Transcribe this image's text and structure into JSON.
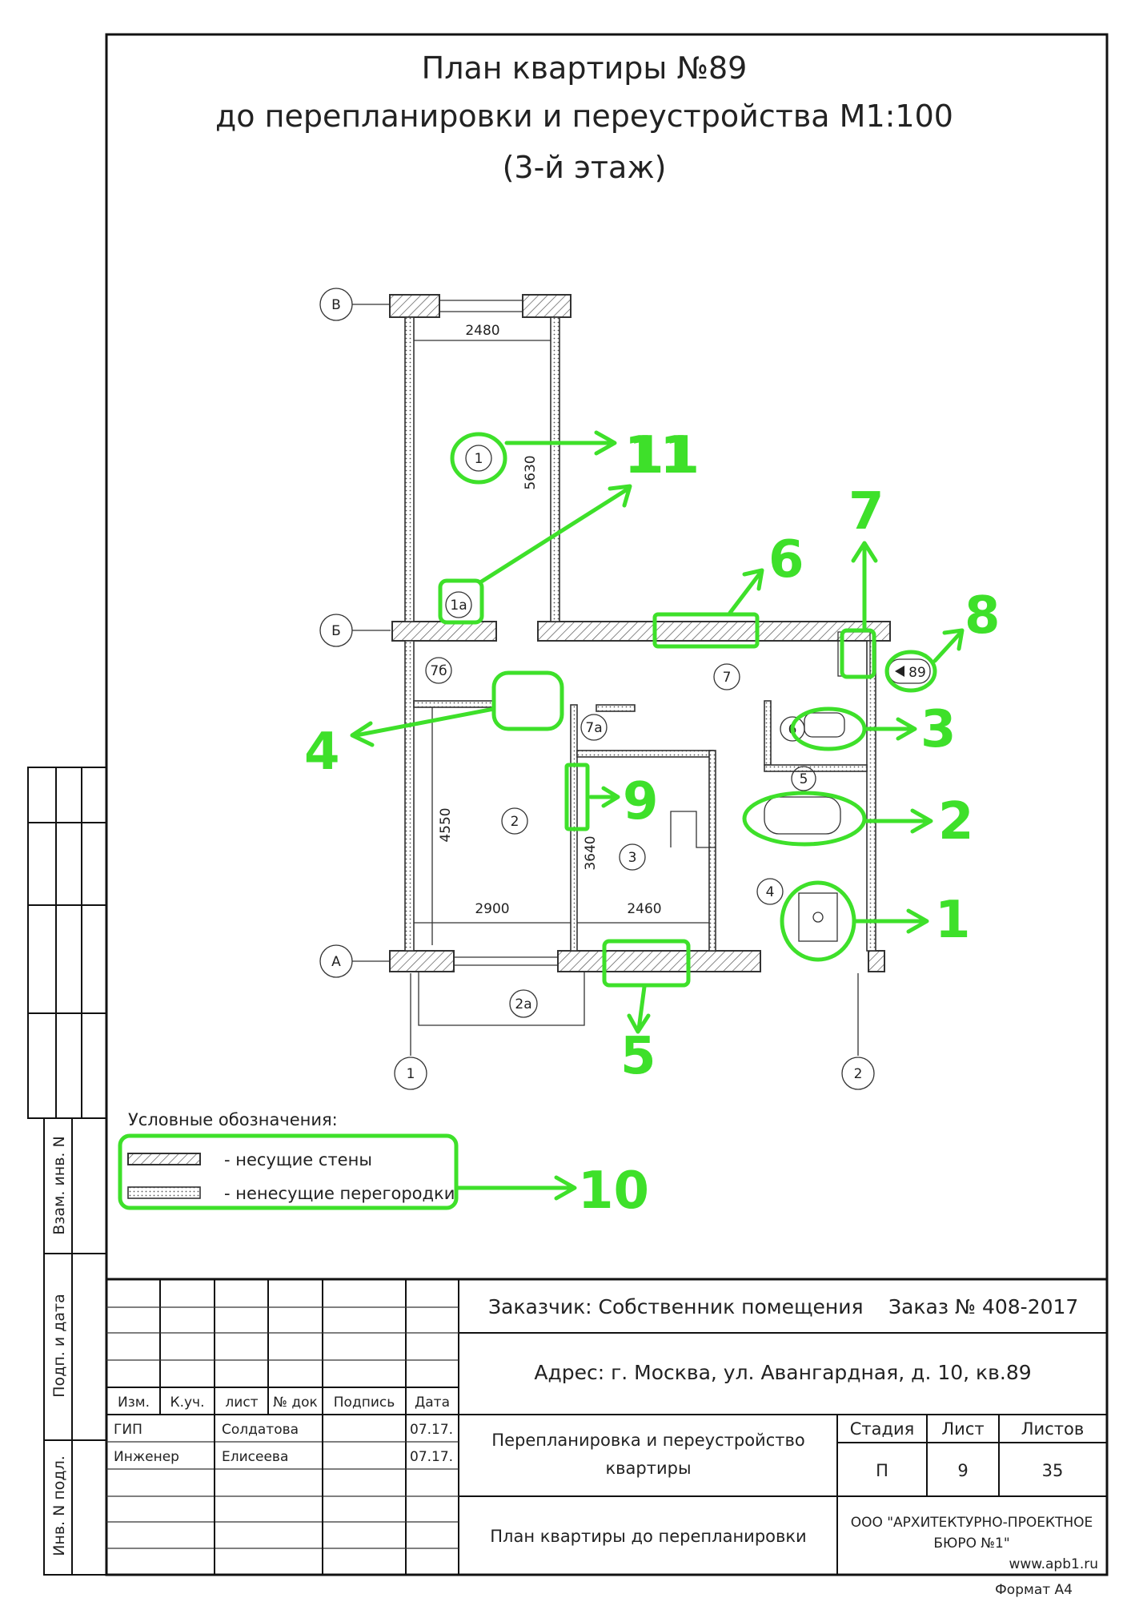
{
  "title": {
    "line1": "План квартиры №89",
    "line2": "до перепланировки и переустройства М1:100",
    "line3": "(3-й этаж)"
  },
  "axes": {
    "rows": [
      "В",
      "Б",
      "А"
    ],
    "cols": [
      "1",
      "2"
    ]
  },
  "dimensions": {
    "balcony_width": "2480",
    "balcony_depth": "5630",
    "room2_depth": "4550",
    "room2_width": "2900",
    "room3_depth": "3640",
    "room3_width": "2460"
  },
  "rooms": [
    "1",
    "1а",
    "2",
    "2а",
    "3",
    "4",
    "5",
    "6",
    "7",
    "7а",
    "7б"
  ],
  "apartment_marker": "89",
  "annotations": [
    "11",
    "11",
    "7",
    "6",
    "8",
    "4",
    "3",
    "9",
    "2",
    "1",
    "5",
    "10"
  ],
  "legend": {
    "title": "Условные обозначения:",
    "bearing": "- несущие стены",
    "nonbearing": "- ненесущие перегородки"
  },
  "side_labels": {
    "vzam": "Взам. инв. N",
    "podp": "Подп. и дата",
    "inv": "Инв. N подл."
  },
  "stamp": {
    "customer": "Заказчик: Собственник помещения",
    "order": "Заказ № 408-2017",
    "address": "Адрес: г. Москва, ул. Авангардная, д. 10, кв.89",
    "headers": [
      "Изм.",
      "К.уч.",
      "лист",
      "№ док",
      "Подпись",
      "Дата"
    ],
    "people": [
      {
        "role": "ГИП",
        "name": "Солдатова",
        "date": "07.17."
      },
      {
        "role": "Инженер",
        "name": "Елисеева",
        "date": "07.17."
      }
    ],
    "project_l1": "Перепланировка и переустройство",
    "project_l2": "квартиры",
    "stage_label": "Стадия",
    "sheet_label": "Лист",
    "sheets_label": "Листов",
    "stage": "П",
    "sheet": "9",
    "sheets": "35",
    "drawing": "План квартиры до перепланировки",
    "org_l1": "ООО \"АРХИТЕКТУРНО-ПРОЕКТНОЕ",
    "org_l2": "БЮРО №1\"",
    "site": "www.apb1.ru"
  },
  "format": "Формат А4"
}
